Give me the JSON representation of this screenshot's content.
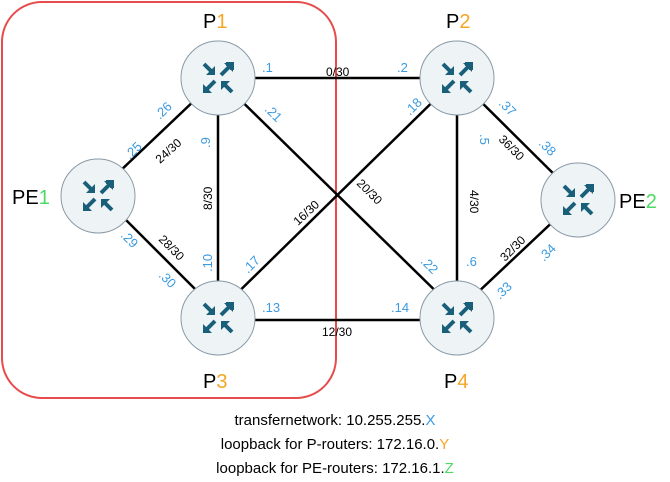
{
  "colors": {
    "ip": "#3b9ae1",
    "p_index": "#f5a623",
    "pe_index": "#4cd964",
    "group_box": "#e74c4c",
    "router_glyph": "#1a5f7a"
  },
  "routers": {
    "p1": {
      "prefix": "P",
      "index": "1"
    },
    "p2": {
      "prefix": "P",
      "index": "2"
    },
    "p3": {
      "prefix": "P",
      "index": "3"
    },
    "p4": {
      "prefix": "P",
      "index": "4"
    },
    "pe1": {
      "prefix": "PE",
      "index": "1"
    },
    "pe2": {
      "prefix": "PE",
      "index": "2"
    }
  },
  "subnets": {
    "p1_p2": "0/30",
    "pe1_p1": "24/30",
    "p1_p3": "8/30",
    "pe1_p3": "28/30",
    "p3_p2": "16/30",
    "p1_p4": "20/30",
    "p2_p4": "4/30",
    "p3_p4": "12/30",
    "p2_pe2": "36/30",
    "p4_pe2": "32/30"
  },
  "ips": {
    "p1_a": ".1",
    "p2_a": ".2",
    "p1_b": ".26",
    "pe1_a": ".25",
    "p1_c": ".9",
    "p3_a": ".10",
    "p1_d": ".21",
    "p4_a": ".22",
    "pe1_b": ".29",
    "p3_b": ".30",
    "p3_c": ".17",
    "p2_b": ".18",
    "p2_c": ".5",
    "p4_b": ".6",
    "p3_d": ".13",
    "p4_c": ".14",
    "p2_d": ".37",
    "pe2_a": ".38",
    "p4_d": ".33",
    "pe2_b": ".34"
  },
  "legend": {
    "line1_prefix": "transfernetwork: 10.255.255.",
    "line1_var": "X",
    "line2_prefix": "loopback for P-routers: 172.16.0.",
    "line2_var": "Y",
    "line3_prefix": "loopback for PE-routers: 172.16.1.",
    "line3_var": "Z"
  }
}
